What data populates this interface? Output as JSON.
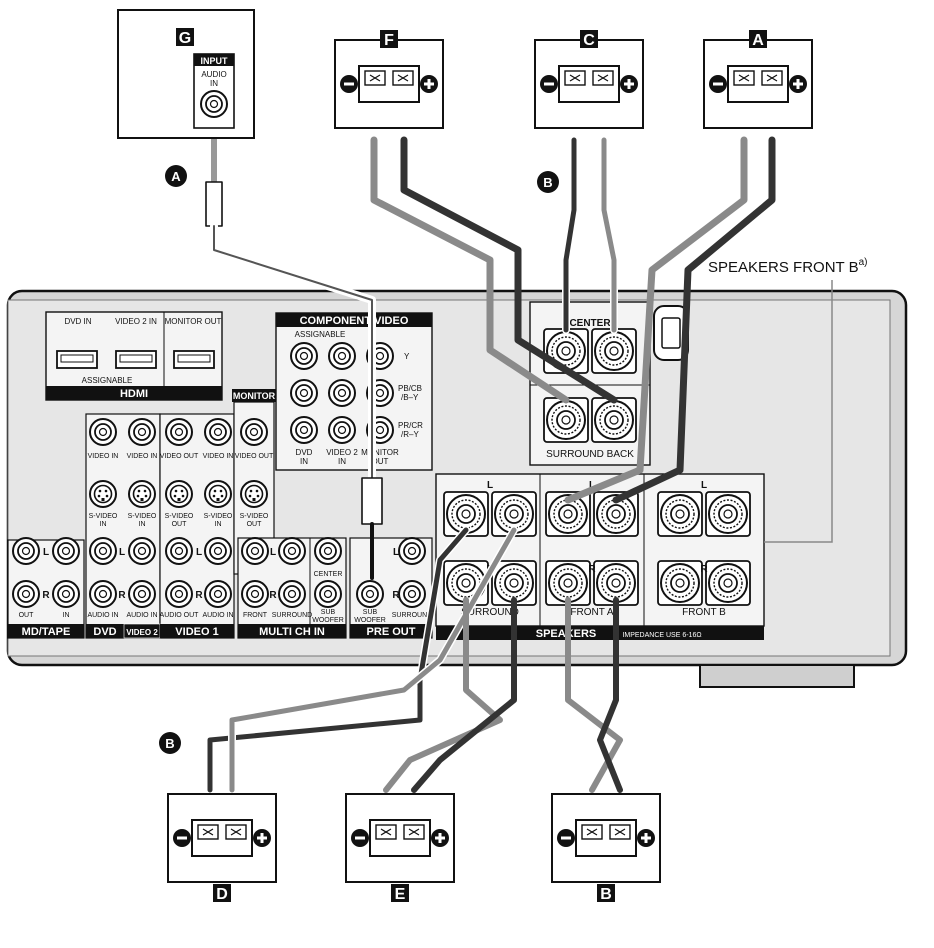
{
  "diagram": {
    "callout_label": "SPEAKERS FRONT B",
    "callout_sup": "a)",
    "speakers": [
      {
        "id": "G",
        "letter": "G",
        "input_title": "INPUT",
        "input_line1": "AUDIO",
        "input_line2": "IN"
      },
      {
        "id": "F",
        "letter": "F",
        "minus": "−",
        "plus": "+"
      },
      {
        "id": "C",
        "letter": "C",
        "minus": "−",
        "plus": "+"
      },
      {
        "id": "A",
        "letter": "A",
        "minus": "−",
        "plus": "+"
      },
      {
        "id": "D",
        "letter": "D",
        "minus": "−",
        "plus": "+"
      },
      {
        "id": "E",
        "letter": "E",
        "minus": "−",
        "plus": "+"
      },
      {
        "id": "B",
        "letter": "B",
        "minus": "−",
        "plus": "+"
      }
    ],
    "cable_markers": {
      "a": "A",
      "b_top": "B",
      "b_bottom": "B"
    },
    "panel": {
      "hdmi": {
        "dvd_in": "DVD IN",
        "video2_in": "VIDEO 2 IN",
        "monitor_out": "MONITOR OUT",
        "assignable": "ASSIGNABLE",
        "title": "HDMI"
      },
      "component": {
        "title": "COMPONENT VIDEO",
        "assignable": "ASSIGNABLE",
        "y": "Y",
        "pb": "PB/CB",
        "pb2": "/B–Y",
        "pr": "PR/CR",
        "pr2": "/R–Y",
        "dvd_in": "DVD",
        "dvd_in2": "IN",
        "video2_in": "VIDEO 2",
        "video2_in2": "IN",
        "monitor_out": "MONITOR",
        "monitor_out2": "OUT"
      },
      "monitor_label": "MONITOR",
      "video_in": "VIDEO IN",
      "video_out": "VIDEO OUT",
      "svideo_in": "S-VIDEO",
      "svideo_in2": "IN",
      "svideo_out": "S-VIDEO",
      "svideo_out2": "OUT",
      "audio_in": "AUDIO IN",
      "audio_out": "AUDIO OUT",
      "l": "L",
      "r": "R",
      "mdtape": {
        "out": "OUT",
        "in": "IN",
        "title": "MD/TAPE"
      },
      "dvd_title": "DVD",
      "video2_title": "VIDEO 2",
      "video1_title": "VIDEO 1",
      "multi": {
        "front": "FRONT",
        "surround": "SURROUND",
        "center": "CENTER",
        "subwoofer": "SUB",
        "subwoofer2": "WOOFER",
        "title": "MULTI CH IN"
      },
      "preout": {
        "sub": "SUB",
        "sub2": "WOOFER",
        "surround": "SURROUND",
        "title": "PRE OUT"
      },
      "speakers": {
        "center": "CENTER",
        "surround_back": "SURROUND BACK",
        "surround": "SURROUND",
        "front_a": "FRONT A",
        "front_b": "FRONT B",
        "title": "SPEAKERS",
        "impedance": "IMPEDANCE USE 6-16Ω",
        "plus": "+",
        "minus": "–"
      }
    }
  }
}
